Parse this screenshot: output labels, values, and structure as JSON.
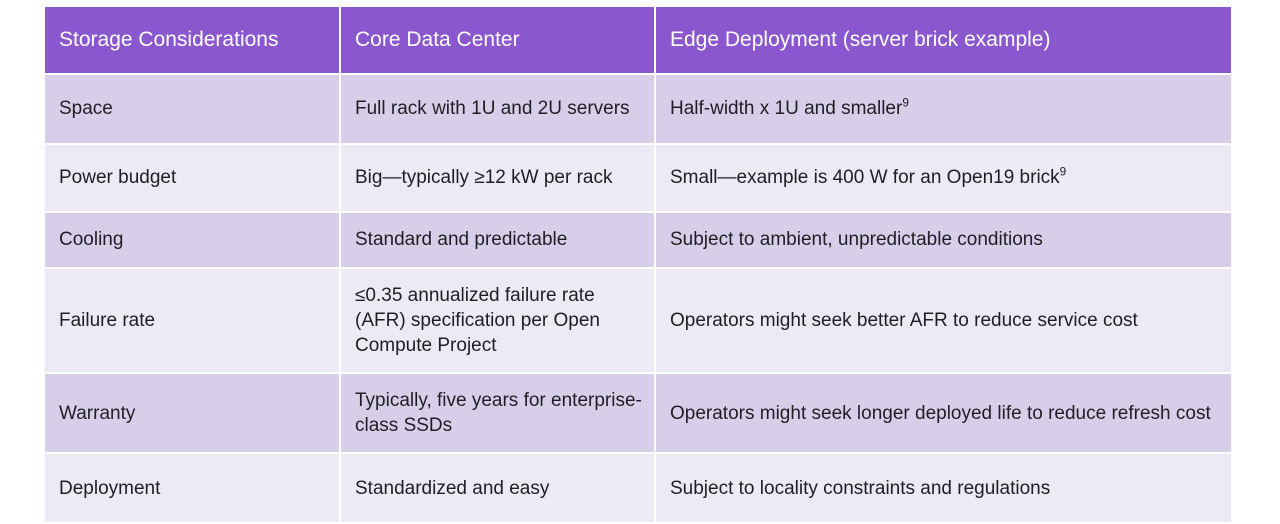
{
  "table": {
    "headers": [
      "Storage Considerations",
      "Core Data Center",
      "Edge Deployment (server brick example)"
    ],
    "rows": [
      {
        "consideration": "Space",
        "core_data_center": "Full rack with 1U and 2U servers",
        "edge_deployment": "Half-width x 1U and smaller",
        "edge_footnote": "9"
      },
      {
        "consideration": "Power budget",
        "core_data_center": "Big—typically ≥12 kW per rack",
        "edge_deployment": "Small—example is 400 W for an Open19 brick",
        "edge_footnote": "9"
      },
      {
        "consideration": "Cooling",
        "core_data_center": "Standard and predictable",
        "edge_deployment": "Subject to ambient, unpredictable conditions",
        "edge_footnote": ""
      },
      {
        "consideration": "Failure rate",
        "core_data_center": "≤0.35 annualized failure rate (AFR) specification per Open Compute Project",
        "edge_deployment": "Operators might seek better AFR to reduce service cost",
        "edge_footnote": ""
      },
      {
        "consideration": "Warranty",
        "core_data_center": "Typically, five years for enterprise-class SSDs",
        "edge_deployment": "Operators might seek longer deployed life to reduce refresh cost",
        "edge_footnote": ""
      },
      {
        "consideration": "Deployment",
        "core_data_center": "Standardized and easy",
        "edge_deployment": "Subject to locality constraints and regulations",
        "edge_footnote": ""
      }
    ]
  },
  "colors": {
    "header_background": "#8B57CE",
    "header_text": "#FFFFFF",
    "row_shade_dark": "#D8CEEA",
    "row_shade_light": "#EDE9F5",
    "body_text": "#1F1F23",
    "page_background": "#FFFFFF"
  }
}
